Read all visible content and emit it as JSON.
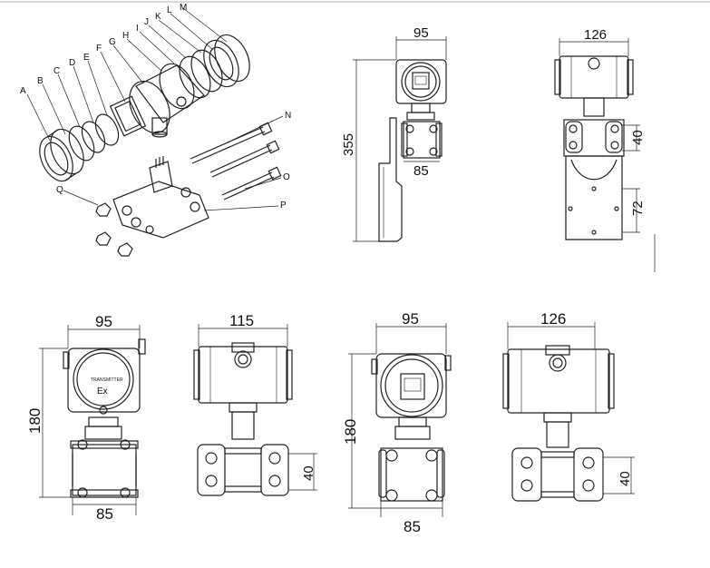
{
  "exploded_view": {
    "part_labels": [
      "A",
      "B",
      "C",
      "D",
      "E",
      "F",
      "G",
      "H",
      "I",
      "J",
      "K",
      "L",
      "M",
      "N",
      "O",
      "P",
      "Q"
    ]
  },
  "views": {
    "bracket_front": {
      "width_top": "95",
      "width_bottom": "85",
      "height": "355"
    },
    "bracket_side": {
      "width_top": "126",
      "flange_height": "40",
      "hole_spacing": "72"
    },
    "front_ex": {
      "width_top": "95",
      "width_bottom": "85",
      "height": "180",
      "face_text_1": "TRANSMITTER",
      "face_text_2": "Ex"
    },
    "side_115": {
      "width_top": "115",
      "flange_height": "40"
    },
    "front_display": {
      "width_top": "95",
      "width_bottom": "85",
      "height": "180"
    },
    "side_126": {
      "width_top": "126",
      "flange_height": "40"
    }
  },
  "colors": {
    "line": "#222222",
    "background": "#ffffff"
  }
}
